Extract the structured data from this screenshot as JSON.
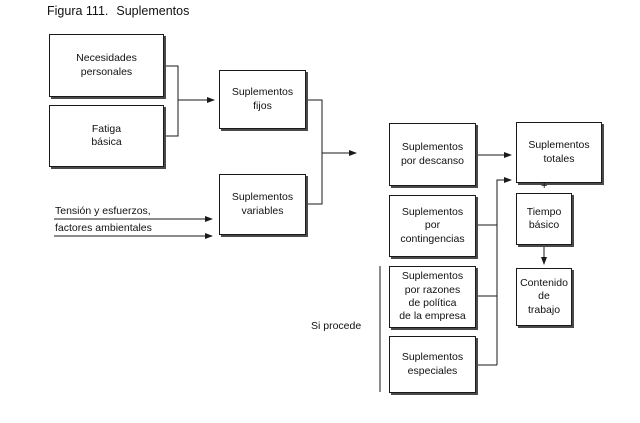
{
  "figure": {
    "number": "Figura 111.",
    "title": "Suplementos"
  },
  "boxes": {
    "necesidades_personales": "Necesidades\npersonales",
    "fatiga_basica": "Fatiga\nbásica",
    "suplementos_fijos": "Suplementos\nfijos",
    "suplementos_variables": "Suplementos\nvariables",
    "suplementos_por_descanso": "Suplementos\npor descanso",
    "suplementos_por_contingencias": "Suplementos\npor\ncontingencias",
    "suplementos_por_razones_de_politica": "Suplementos\npor razones\nde política\nde la empresa",
    "suplementos_especiales": "Suplementos\nespeciales",
    "suplementos_totales": "Suplementos\ntotales",
    "tiempo_basico": "Tiempo\nbásico",
    "contenido_de_trabajo": "Contenido\nde\ntrabajo"
  },
  "labels": {
    "tension_y_esfuerzos": "Tensión y esfuerzos,",
    "factores_ambientales": "factores ambientales",
    "si_procede": "Si procede",
    "plus_sign": "+"
  }
}
